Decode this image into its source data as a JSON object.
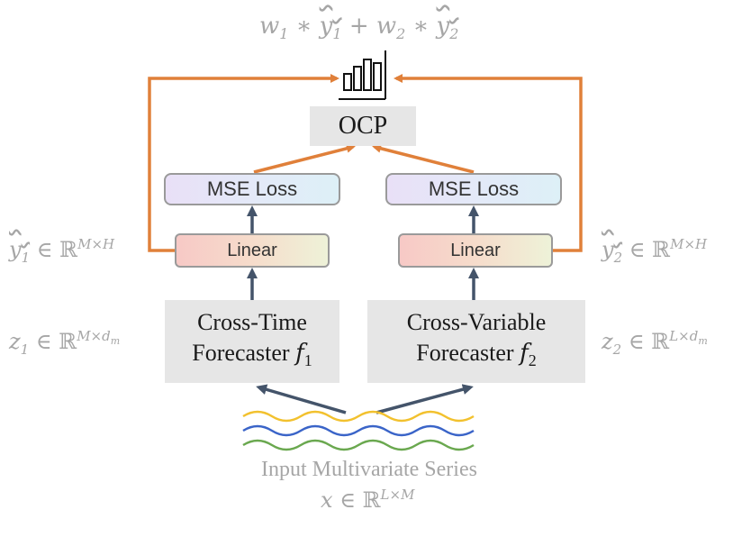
{
  "formula_top": {
    "w1": "w",
    "w1_sub": "1",
    "y1": "y",
    "y1_sub": "1",
    "w2": "w",
    "w2_sub": "2",
    "y2": "y",
    "y2_sub": "2",
    "op_mul": "∗",
    "op_plus": "+"
  },
  "ocp": {
    "label": "OCP"
  },
  "left_branch": {
    "mse_label": "MSE Loss",
    "linear_label": "Linear",
    "forecaster_line1": "Cross-Time",
    "forecaster_line2": "Forecaster",
    "forecaster_func": "f",
    "forecaster_func_sub": "1",
    "y_label": {
      "var": "y",
      "sub": "1",
      "rel": "∈",
      "set": "ℝ",
      "sup": "M×H"
    },
    "z_label": {
      "var": "z",
      "sub": "1",
      "rel": "∈",
      "set": "ℝ",
      "sup": "M×d",
      "sup_sub": "m"
    }
  },
  "right_branch": {
    "mse_label": "MSE Loss",
    "linear_label": "Linear",
    "forecaster_line1": "Cross-Variable",
    "forecaster_line2": "Forecaster",
    "forecaster_func": "f",
    "forecaster_func_sub": "2",
    "y_label": {
      "var": "y",
      "sub": "2",
      "rel": "∈",
      "set": "ℝ",
      "sup": "M×H"
    },
    "z_label": {
      "var": "z",
      "sub": "2",
      "rel": "∈",
      "set": "ℝ",
      "sup": "L×d",
      "sup_sub": "m"
    }
  },
  "input": {
    "title": "Input Multivariate Series",
    "var": "x",
    "rel": "∈",
    "set": "ℝ",
    "sup": "L×M"
  },
  "colors": {
    "orange_arrow": "#e0803a",
    "dark_arrow": "#44546a",
    "wave_yellow": "#f2c12e",
    "wave_blue": "#3a64c8",
    "wave_green": "#6aa84f"
  },
  "icons": [
    "bar-chart-icon"
  ]
}
